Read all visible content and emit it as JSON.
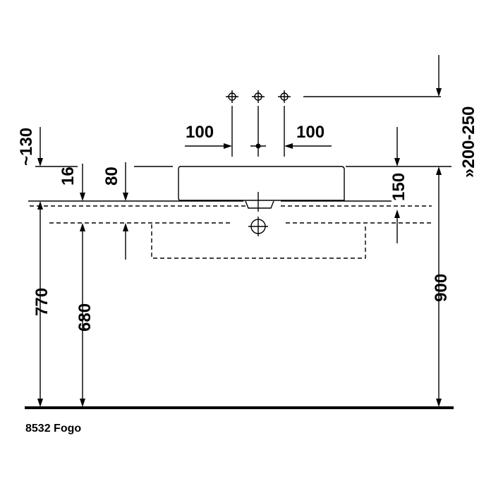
{
  "diagram": {
    "caption": "8532 Fogo",
    "dimensions": {
      "tap_spacing_left": "100",
      "tap_spacing_right": "100",
      "top_offset": "~130",
      "rim_thickness": "16",
      "basin_depth": "80",
      "overflow_height": "150",
      "spout_height": "»200-250",
      "height_top": "770",
      "height_lower": "680",
      "height_right": "900"
    }
  }
}
